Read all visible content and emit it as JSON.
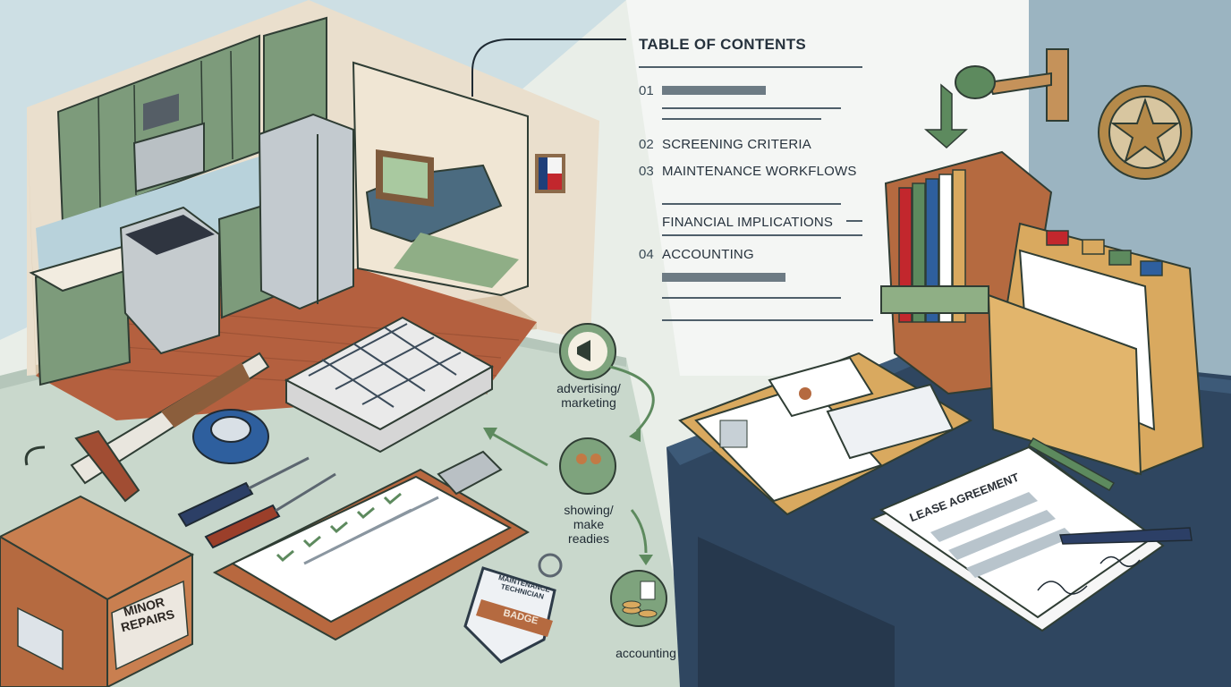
{
  "toc": {
    "title": "TABLE OF CONTENTS",
    "items": [
      {
        "number": "01",
        "label": ""
      },
      {
        "number": "02",
        "label": "SCREENING CRITERIA"
      },
      {
        "number": "03",
        "label": "MAINTENANCE WORKFLOWS"
      },
      {
        "number": "",
        "label": "FINANCIAL IMPLICATIONS"
      },
      {
        "number": "04",
        "label": "ACCOUNTING"
      }
    ]
  },
  "workflow": {
    "steps": [
      {
        "label": "advertising/\nmarketing",
        "icon": "megaphone-icon"
      },
      {
        "label": "showing/\nmake\nreadies",
        "icon": "people-showing-icon"
      },
      {
        "label": "accounting",
        "icon": "coins-icon"
      }
    ]
  },
  "box_label": "MINOR\nREPAIRS",
  "badge": {
    "line1": "MAINTENANCE\nTECHNICIAN",
    "line2": "BADGE"
  },
  "lease_title": "LEASE AGREEMENT",
  "colors": {
    "green_accent": "#5d8a5e",
    "navy_desk": "#2f4660",
    "cabinet_green": "#7d9b7b",
    "floor_wood": "#b65f3e",
    "folder_tan": "#d9a95f",
    "star_bronze": "#b58a4a"
  }
}
